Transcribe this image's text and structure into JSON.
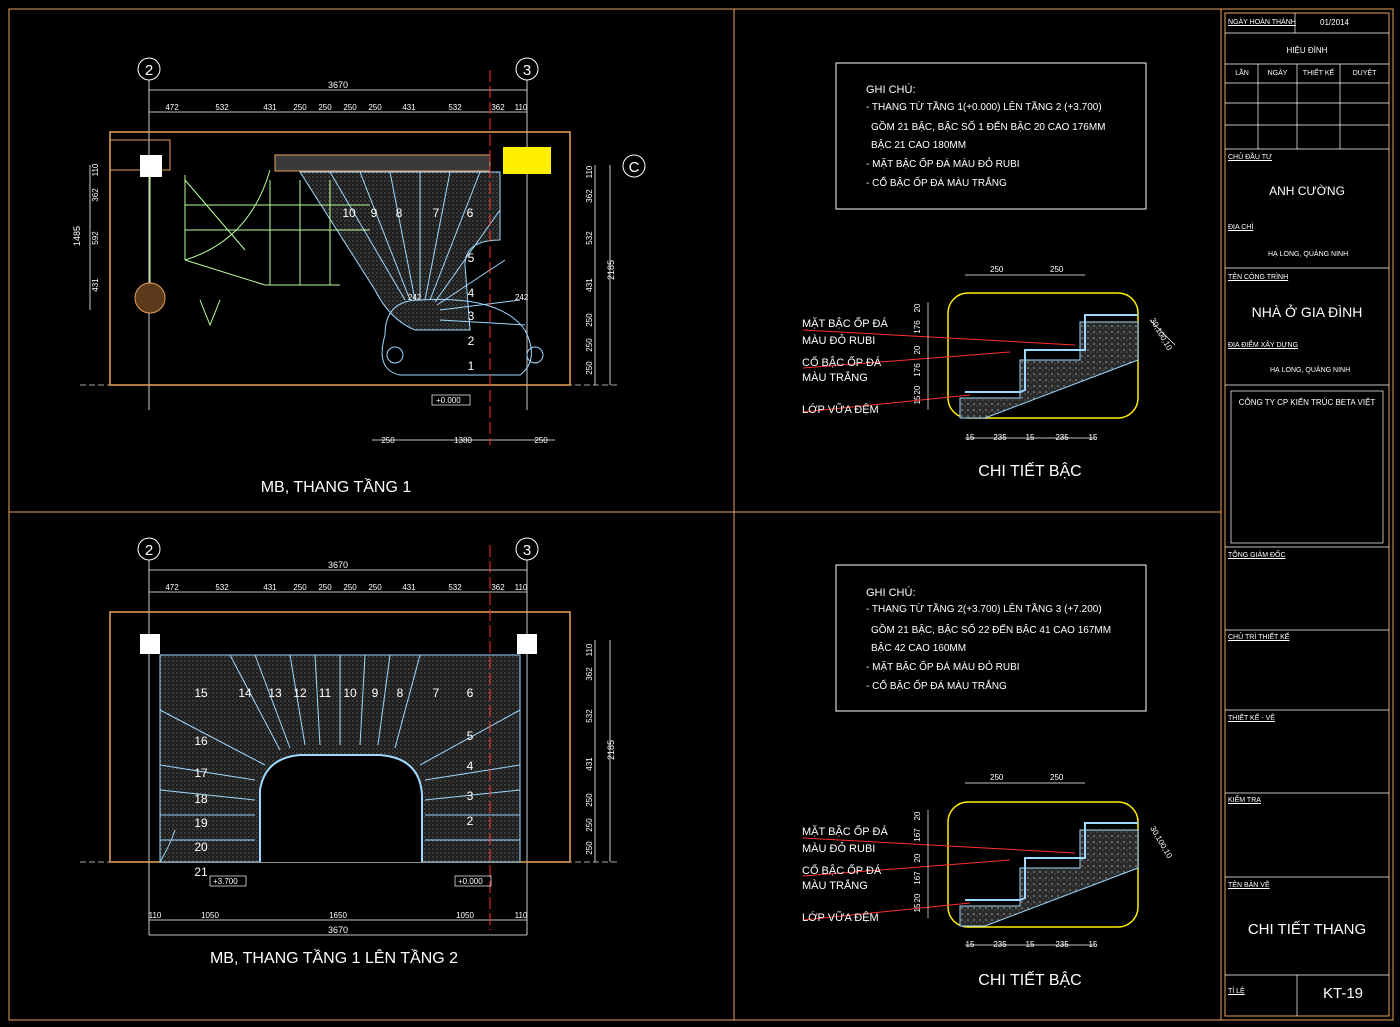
{
  "plan1": {
    "title": "MB, THANG TẦNG 1",
    "grid_left": "2",
    "grid_right": "3",
    "grid_c": "C",
    "total_dim": "3670",
    "top_dims": [
      "472",
      "532",
      "431",
      "250",
      "250",
      "250",
      "250",
      "431",
      "532",
      "362",
      "110"
    ],
    "left_dims": [
      "110",
      "362",
      "592",
      "431"
    ],
    "left_total": "1485",
    "right_dims": [
      "110",
      "362",
      "532",
      "431",
      "250",
      "250",
      "250"
    ],
    "right_total": "2185",
    "bottom_dims": [
      "250",
      "1380",
      "250"
    ],
    "level": "+0.000",
    "step_numbers": [
      "10",
      "9",
      "8",
      "7",
      "6",
      "5",
      "4",
      "3",
      "2",
      "1"
    ],
    "callouts": [
      "242",
      "242"
    ]
  },
  "plan2": {
    "title": "MB, THANG TẦNG 1 LÊN TẦNG 2",
    "grid_left": "2",
    "grid_right": "3",
    "total_dim": "3670",
    "top_dims": [
      "472",
      "532",
      "431",
      "250",
      "250",
      "250",
      "250",
      "431",
      "532",
      "362",
      "110"
    ],
    "right_dims": [
      "110",
      "362",
      "532",
      "431",
      "250",
      "250",
      "250"
    ],
    "right_total": "2185",
    "bottom_dims": [
      "110",
      "1050",
      "1650",
      "1050",
      "110"
    ],
    "bottom_total": "3670",
    "level_left": "+3.700",
    "level_right": "+0.000",
    "step_numbers": [
      "15",
      "14",
      "13",
      "12",
      "11",
      "10",
      "9",
      "8",
      "7",
      "6",
      "5",
      "4",
      "3",
      "2",
      "16",
      "17",
      "18",
      "19",
      "20",
      "21"
    ]
  },
  "note1": {
    "heading": "GHI CHÚ:",
    "lines": [
      "- THANG TỪ TẦNG 1(+0.000) LÊN TẦNG 2 (+3.700)",
      "GỒM 21 BẬC, BẬC SỐ 1 ĐẾN BẬC 20 CAO 176MM",
      "BẬC 21 CAO 180MM",
      "- MẶT BẬC ỐP ĐÁ MÀU ĐỎ RUBI",
      "- CỔ BẬC ỐP ĐÁ MÀU TRẮNG"
    ]
  },
  "note2": {
    "heading": "GHI CHÚ:",
    "lines": [
      "- THANG TỪ TẦNG 2(+3.700) LÊN TẦNG 3 (+7.200)",
      "GỒM 21 BẬC, BẬC SỐ 22 ĐẾN BẬC 41 CAO 167MM",
      "BẬC 42 CAO 160MM",
      "- MẶT BẬC ỐP ĐÁ MÀU ĐỎ RUBI",
      "- CỔ BẬC ỐP ĐÁ MÀU TRẮNG"
    ]
  },
  "detail1": {
    "title": "CHI TIẾT BẬC",
    "labels": [
      "MẶT BẬC ỐP ĐÁ",
      "MÀU ĐỎ RUBI",
      "CỔ BẬC ỐP ĐÁ",
      "MÀU TRẮNG",
      "LỚP VỮA ĐỆM"
    ],
    "top_dims": [
      "250",
      "250"
    ],
    "bottom_dims": [
      "15",
      "235",
      "15",
      "235",
      "15"
    ],
    "left_dims": [
      "20",
      "176",
      "20",
      "176",
      "20",
      "15"
    ],
    "slab": "30,100,10"
  },
  "detail2": {
    "title": "CHI TIẾT BẬC",
    "labels": [
      "MẶT BẬC ỐP ĐÁ",
      "MÀU ĐỎ RUBI",
      "CỔ BẬC ỐP ĐÁ",
      "MÀU TRẮNG",
      "LỚP VỮA ĐỆM"
    ],
    "top_dims": [
      "250",
      "250"
    ],
    "bottom_dims": [
      "15",
      "235",
      "15",
      "235",
      "15"
    ],
    "left_dims": [
      "20",
      "167",
      "20",
      "167",
      "20",
      "15"
    ],
    "slab": "30,100,10"
  },
  "titleblock": {
    "date_label": "NGÀY HOÀN THÀNH",
    "date_value": "01/2014",
    "revision": "HIỆU ĐÍNH",
    "rev_cols": [
      "LẦN",
      "NGÀY",
      "THIẾT KẾ",
      "DUYỆT"
    ],
    "owner_label": "CHỦ ĐẦU TƯ",
    "owner": "ANH CƯỜNG",
    "address_label": "ĐỊA CHỈ",
    "address": "HẠ LONG, QUẢNG NINH",
    "project_label": "TÊN CÔNG TRÌNH",
    "project": "NHÀ Ở GIA ĐÌNH",
    "site_label": "ĐỊA ĐIỂM XÂY DỰNG",
    "site": "HẠ LONG, QUẢNG NINH",
    "company": "CÔNG TY CP KIẾN TRÚC BETA VIỆT",
    "director": "TỔNG GIÁM ĐỐC",
    "chief": "CHỦ TRÌ THIẾT KẾ",
    "designer": "THIẾT KẾ - VẼ",
    "checker": "KIỂM TRA",
    "drawing_label": "TÊN BẢN VẼ",
    "drawing": "CHI TIẾT THANG",
    "scale_label": "TỈ LỆ",
    "sheet_no": "KT-19"
  },
  "colors": {
    "frame": "#e9a25c",
    "dim": "#ffffff",
    "grid_red": "#ff3030",
    "stair_cyan": "#9fd8ff",
    "stair_green": "#b9ff9a",
    "stair_yellow": "#e4e27a",
    "hatch": "#6a6a6a",
    "block_yellow": "#ffee00",
    "block_white": "#ffffff"
  }
}
